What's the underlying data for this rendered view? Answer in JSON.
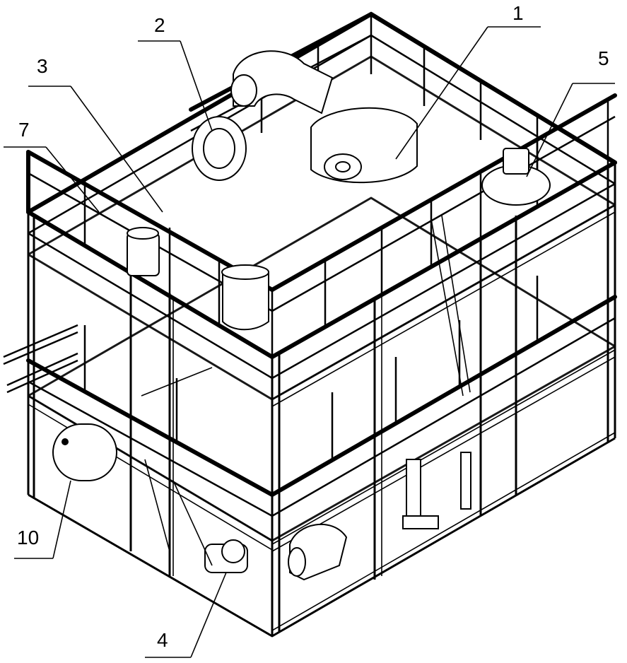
{
  "callouts": [
    {
      "id": "c1",
      "label": "1"
    },
    {
      "id": "c2",
      "label": "2"
    },
    {
      "id": "c3",
      "label": "3"
    },
    {
      "id": "c4",
      "label": "4"
    },
    {
      "id": "c5",
      "label": "5"
    },
    {
      "id": "c7",
      "label": "7"
    },
    {
      "id": "c10",
      "label": "10"
    }
  ],
  "colors": {
    "line": "#000000",
    "background": "#ffffff"
  }
}
